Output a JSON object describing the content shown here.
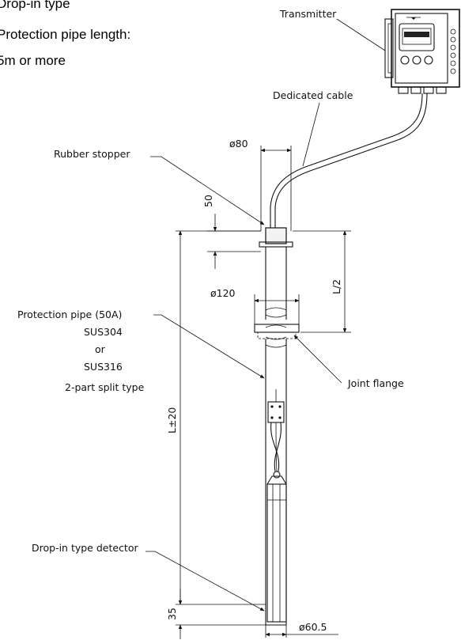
{
  "header": {
    "line1": "Drop-in type",
    "line2": "Protection pipe length:",
    "line3": "5m or more"
  },
  "labels": {
    "transmitter": "Transmitter",
    "dedicated_cable": "Dedicated cable",
    "rubber_stopper": "Rubber stopper",
    "protection_pipe": "Protection pipe (50A)",
    "material_1": "SUS304",
    "material_or": "or",
    "material_2": "SUS316",
    "split_type": "2-part split type",
    "joint_flange": "Joint flange",
    "detector": "Drop-in type detector"
  },
  "dimensions": {
    "d80": "ø80",
    "d120": "ø120",
    "d60_5": "ø60.5",
    "top_50": "50",
    "half_length": "L/2",
    "total_length": "L±20",
    "bottom_35": "35"
  }
}
